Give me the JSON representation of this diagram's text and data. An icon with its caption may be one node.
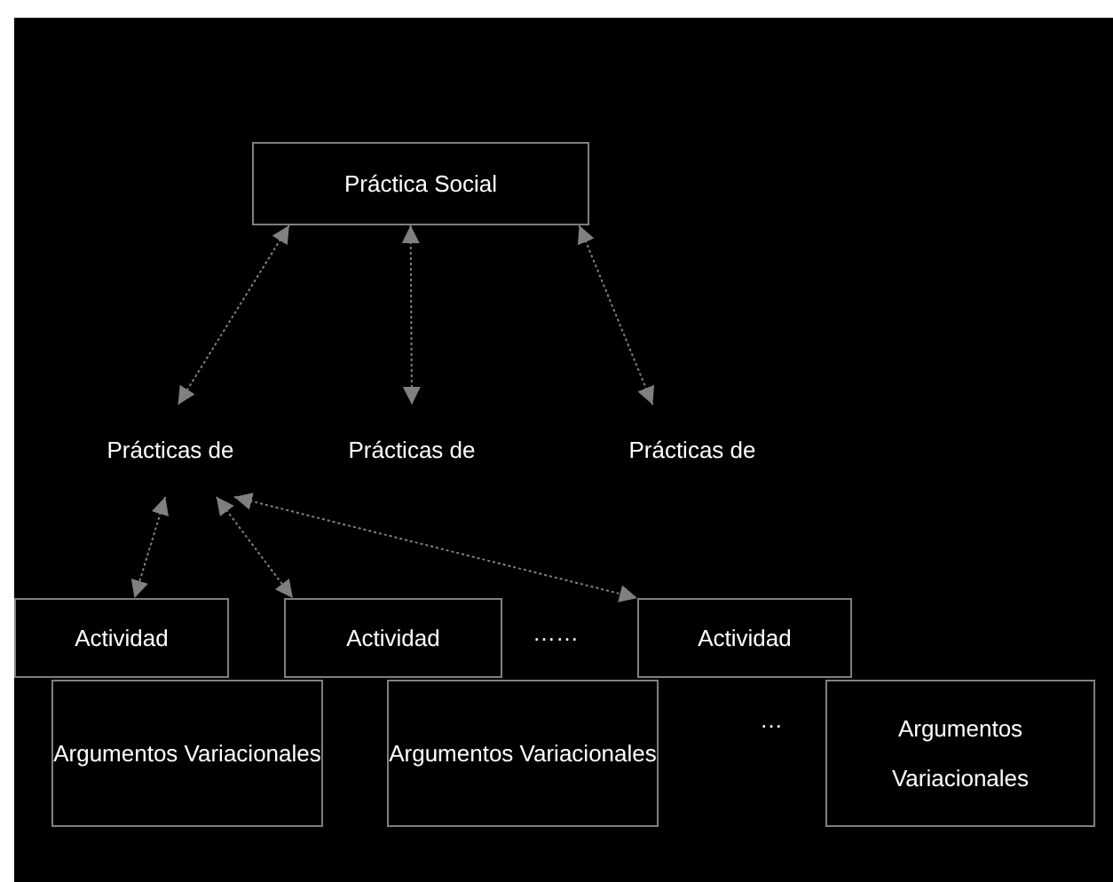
{
  "diagram": {
    "nodes": [
      {
        "text": [
          "Práctica Social"
        ]
      },
      {
        "text": [
          "Prácticas de"
        ]
      },
      {
        "text": [
          "Prácticas de"
        ]
      },
      {
        "text": [
          "Prácticas de"
        ]
      },
      {
        "text": [
          "Actividad"
        ]
      },
      {
        "text": [
          "Actividad"
        ]
      },
      {
        "text": [
          "Actividad"
        ]
      },
      {
        "text": [
          "Argumentos Variacionales"
        ]
      },
      {
        "text": [
          "Argumentos Variacionales"
        ]
      },
      {
        "text": [
          "Argumentos Variacionales"
        ]
      }
    ],
    "edges": [
      {
        "from": 0,
        "to": 1,
        "arrow": "both"
      },
      {
        "from": 0,
        "to": 2,
        "arrow": "both"
      },
      {
        "from": 0,
        "to": 3,
        "arrow": "both"
      },
      {
        "from": 1,
        "to": 4,
        "arrow": "both"
      },
      {
        "from": 1,
        "to": 5,
        "arrow": "both"
      },
      {
        "from": 1,
        "to": 6,
        "arrow": "both"
      }
    ],
    "labels": [
      "……",
      "…"
    ]
  }
}
